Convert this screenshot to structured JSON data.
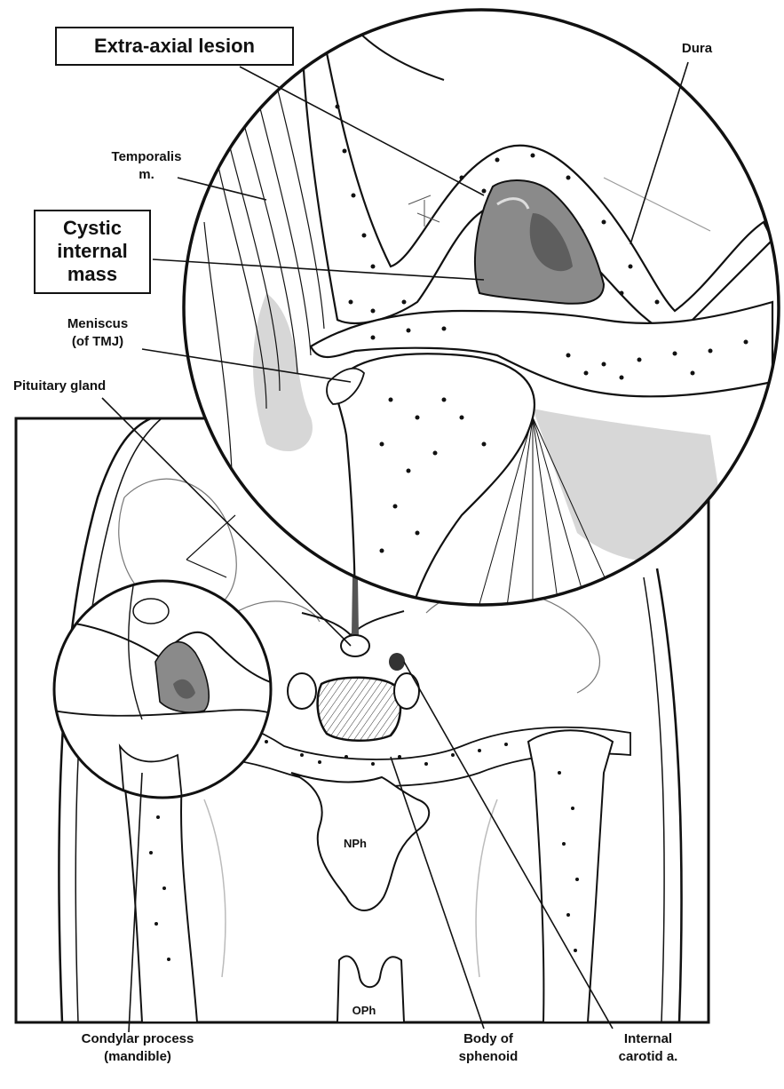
{
  "labels": {
    "extra_axial": "Extra-axial lesion",
    "dura": "Dura",
    "temporalis": "Temporalis\nm.",
    "cystic": "Cystic\ninternal\nmass",
    "meniscus": "Meniscus\n(of TMJ)",
    "pituitary": "Pituitary gland",
    "nph": "NPh",
    "oph": "OPh",
    "condylar": "Condylar process\n(mandible)",
    "sphenoid": "Body of\nsphenoid",
    "carotid": "Internal\ncarotid a."
  },
  "colors": {
    "ink": "#111111",
    "lesion_fill": "#8a8a8a",
    "lesion_dark": "#5e5e5e",
    "shade": "#c9c9c9"
  }
}
